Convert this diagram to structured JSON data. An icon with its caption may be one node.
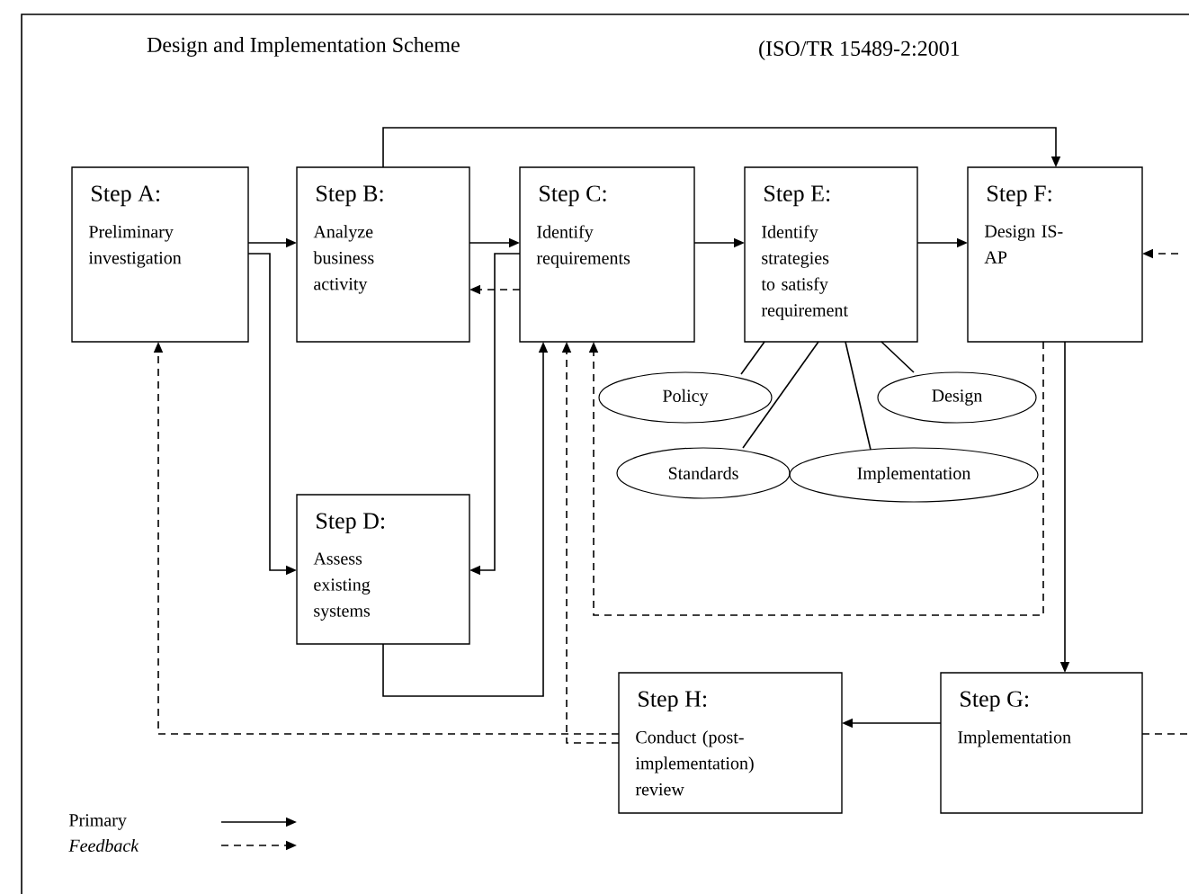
{
  "diagram": {
    "title": "Design and Implementation Scheme",
    "nodes": [
      {
        "text": [
          "Step A:",
          "Preliminary investigation"
        ]
      },
      {
        "text": [
          "Step B:",
          "Analyze business activity"
        ]
      },
      {
        "text": [
          "Step C:",
          "Identify requirements"
        ]
      },
      {
        "text": [
          "Step  E:",
          "Identify strategies to satisfy requirement"
        ]
      },
      {
        "text": [
          "Step F:",
          "Design IS-AP"
        ]
      },
      {
        "text": [
          "Policy"
        ]
      },
      {
        "text": [
          "Design"
        ]
      },
      {
        "text": [
          "Standards"
        ]
      },
      {
        "text": [
          "Implementation"
        ]
      },
      {
        "text": [
          "Step D:",
          "Assess existing systems"
        ]
      },
      {
        "text": [
          "Step H:",
          "Conduct (post-implementation) review"
        ]
      },
      {
        "text": [
          "Step G:",
          "Implementation"
        ]
      }
    ],
    "edges": [
      {
        "from": 0,
        "to": 1,
        "arrow": "to"
      },
      {
        "from": 1,
        "to": 2,
        "arrow": "to"
      },
      {
        "from": 2,
        "to": 3,
        "arrow": "to"
      },
      {
        "from": 3,
        "to": 4,
        "arrow": "to"
      },
      {
        "from": 1,
        "to": 4,
        "arrow": "to"
      },
      {
        "from": 0,
        "to": 9,
        "arrow": "to"
      },
      {
        "from": 2,
        "to": 1,
        "arrow": "to",
        "style": "dashed"
      },
      {
        "from": 2,
        "to": 9,
        "arrow": "to"
      },
      {
        "from": 9,
        "to": 2,
        "arrow": "to"
      },
      {
        "from": 4,
        "to": 2,
        "arrow": "to",
        "style": "dashed"
      },
      {
        "from": 10,
        "to": 0,
        "arrow": "to",
        "style": "dashed"
      },
      {
        "from": 10,
        "to": 2,
        "arrow": "to",
        "style": "dashed"
      },
      {
        "from": 4,
        "to": 11,
        "arrow": "to"
      },
      {
        "from": 11,
        "to": 10,
        "arrow": "to"
      },
      {
        "from": null,
        "to": 4,
        "arrow": "to",
        "style": "dashed"
      },
      {
        "from": 11,
        "to": null,
        "arrow": "none",
        "style": "dashed"
      },
      {
        "from": 3,
        "to": 5,
        "arrow": "none"
      },
      {
        "from": 3,
        "to": 7,
        "arrow": "none"
      },
      {
        "from": 3,
        "to": 8,
        "arrow": "none"
      },
      {
        "from": 3,
        "to": 6,
        "arrow": "none"
      }
    ],
    "labels": [
      "(ISO/TR 15489-2:2001"
    ],
    "legend": [
      {
        "text": "Primary"
      },
      {
        "text": "Feedback"
      }
    ]
  }
}
